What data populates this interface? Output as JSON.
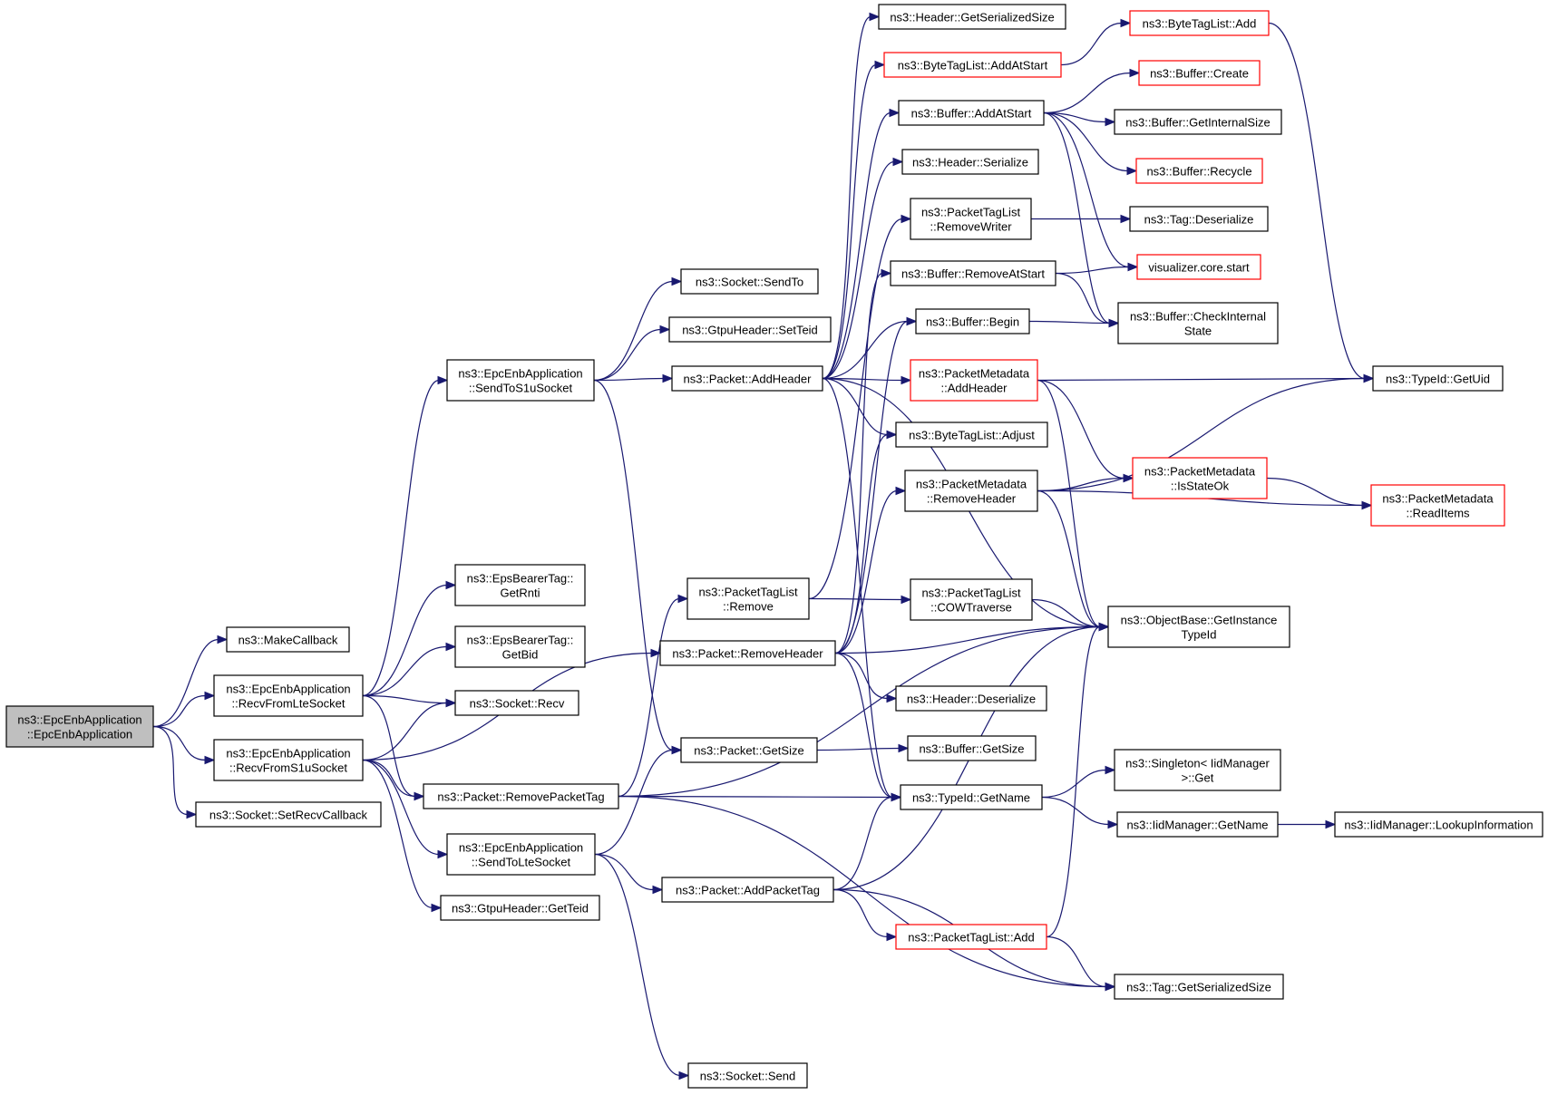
{
  "colors": {
    "edge": "#191970",
    "border_normal": "#000000",
    "border_truncated": "#ff0000",
    "root_fill": "#bfbfbf",
    "node_fill": "#ffffff"
  },
  "nodes": [
    {
      "id": "root",
      "lines": [
        "ns3::EpcEnbApplication",
        "::EpcEnbApplication"
      ],
      "kind": "root"
    },
    {
      "id": "makecallback",
      "lines": [
        "ns3::MakeCallback"
      ],
      "kind": "normal"
    },
    {
      "id": "recvfromlte",
      "lines": [
        "ns3::EpcEnbApplication",
        "::RecvFromLteSocket"
      ],
      "kind": "normal"
    },
    {
      "id": "recvfroms1u",
      "lines": [
        "ns3::EpcEnbApplication",
        "::RecvFromS1uSocket"
      ],
      "kind": "normal"
    },
    {
      "id": "setrecvcallback",
      "lines": [
        "ns3::Socket::SetRecvCallback"
      ],
      "kind": "normal"
    },
    {
      "id": "sendtos1u",
      "lines": [
        "ns3::EpcEnbApplication",
        "::SendToS1uSocket"
      ],
      "kind": "normal"
    },
    {
      "id": "getrnti",
      "lines": [
        "ns3::EpsBearerTag::",
        "GetRnti"
      ],
      "kind": "normal"
    },
    {
      "id": "getbid",
      "lines": [
        "ns3::EpsBearerTag::",
        "GetBid"
      ],
      "kind": "normal"
    },
    {
      "id": "socketrecv",
      "lines": [
        "ns3::Socket::Recv"
      ],
      "kind": "normal"
    },
    {
      "id": "removepackettag",
      "lines": [
        "ns3::Packet::RemovePacketTag"
      ],
      "kind": "normal"
    },
    {
      "id": "sendtolte",
      "lines": [
        "ns3::EpcEnbApplication",
        "::SendToLteSocket"
      ],
      "kind": "normal"
    },
    {
      "id": "getteid",
      "lines": [
        "ns3::GtpuHeader::GetTeid"
      ],
      "kind": "normal"
    },
    {
      "id": "sendto",
      "lines": [
        "ns3::Socket::SendTo"
      ],
      "kind": "normal"
    },
    {
      "id": "setteid",
      "lines": [
        "ns3::GtpuHeader::SetTeid"
      ],
      "kind": "normal"
    },
    {
      "id": "addheader",
      "lines": [
        "ns3::Packet::AddHeader"
      ],
      "kind": "normal"
    },
    {
      "id": "ptlremove",
      "lines": [
        "ns3::PacketTagList",
        "::Remove"
      ],
      "kind": "normal"
    },
    {
      "id": "removeheader",
      "lines": [
        "ns3::Packet::RemoveHeader"
      ],
      "kind": "normal"
    },
    {
      "id": "getsize",
      "lines": [
        "ns3::Packet::GetSize"
      ],
      "kind": "normal"
    },
    {
      "id": "addpackettag",
      "lines": [
        "ns3::Packet::AddPacketTag"
      ],
      "kind": "normal"
    },
    {
      "id": "socketsend",
      "lines": [
        "ns3::Socket::Send"
      ],
      "kind": "normal"
    },
    {
      "id": "hdrgetserialized",
      "lines": [
        "ns3::Header::GetSerializedSize"
      ],
      "kind": "normal"
    },
    {
      "id": "btladdatstart",
      "lines": [
        "ns3::ByteTagList::AddAtStart"
      ],
      "kind": "truncated"
    },
    {
      "id": "bufaddatstart",
      "lines": [
        "ns3::Buffer::AddAtStart"
      ],
      "kind": "normal"
    },
    {
      "id": "hdrserialize",
      "lines": [
        "ns3::Header::Serialize"
      ],
      "kind": "normal"
    },
    {
      "id": "ptlremovewriter",
      "lines": [
        "ns3::PacketTagList",
        "::RemoveWriter"
      ],
      "kind": "normal"
    },
    {
      "id": "bufremoveatstart",
      "lines": [
        "ns3::Buffer::RemoveAtStart"
      ],
      "kind": "normal"
    },
    {
      "id": "bufbegin",
      "lines": [
        "ns3::Buffer::Begin"
      ],
      "kind": "normal"
    },
    {
      "id": "pmaddheader",
      "lines": [
        "ns3::PacketMetadata",
        "::AddHeader"
      ],
      "kind": "truncated"
    },
    {
      "id": "btladjust",
      "lines": [
        "ns3::ByteTagList::Adjust"
      ],
      "kind": "normal"
    },
    {
      "id": "pmremoveheader",
      "lines": [
        "ns3::PacketMetadata",
        "::RemoveHeader"
      ],
      "kind": "normal"
    },
    {
      "id": "ptlcowtraverse",
      "lines": [
        "ns3::PacketTagList",
        "::COWTraverse"
      ],
      "kind": "normal"
    },
    {
      "id": "hdrdeserialize",
      "lines": [
        "ns3::Header::Deserialize"
      ],
      "kind": "normal"
    },
    {
      "id": "bufgetsize",
      "lines": [
        "ns3::Buffer::GetSize"
      ],
      "kind": "normal"
    },
    {
      "id": "typeidgetname",
      "lines": [
        "ns3::TypeId::GetName"
      ],
      "kind": "normal"
    },
    {
      "id": "ptladd",
      "lines": [
        "ns3::PacketTagList::Add"
      ],
      "kind": "truncated"
    },
    {
      "id": "btladd",
      "lines": [
        "ns3::ByteTagList::Add"
      ],
      "kind": "truncated"
    },
    {
      "id": "bufcreate",
      "lines": [
        "ns3::Buffer::Create"
      ],
      "kind": "truncated"
    },
    {
      "id": "bufgetinternalsize",
      "lines": [
        "ns3::Buffer::GetInternalSize"
      ],
      "kind": "normal"
    },
    {
      "id": "bufrecycle",
      "lines": [
        "ns3::Buffer::Recycle"
      ],
      "kind": "truncated"
    },
    {
      "id": "tagdeserialize",
      "lines": [
        "ns3::Tag::Deserialize"
      ],
      "kind": "normal"
    },
    {
      "id": "vizstart",
      "lines": [
        "visualizer.core.start"
      ],
      "kind": "truncated"
    },
    {
      "id": "bufcheckinternal",
      "lines": [
        "ns3::Buffer::CheckInternal",
        "State"
      ],
      "kind": "normal"
    },
    {
      "id": "pmisstateok",
      "lines": [
        "ns3::PacketMetadata",
        "::IsStateOk"
      ],
      "kind": "truncated"
    },
    {
      "id": "objgetinstance",
      "lines": [
        "ns3::ObjectBase::GetInstance",
        "TypeId"
      ],
      "kind": "normal"
    },
    {
      "id": "singletonget",
      "lines": [
        "ns3::Singleton< IidManager",
        ">::Get"
      ],
      "kind": "normal"
    },
    {
      "id": "iidgetname",
      "lines": [
        "ns3::IidManager::GetName"
      ],
      "kind": "normal"
    },
    {
      "id": "taggetserialized",
      "lines": [
        "ns3::Tag::GetSerializedSize"
      ],
      "kind": "normal"
    },
    {
      "id": "typeidgetuid",
      "lines": [
        "ns3::TypeId::GetUid"
      ],
      "kind": "normal"
    },
    {
      "id": "pmreaditems",
      "lines": [
        "ns3::PacketMetadata",
        "::ReadItems"
      ],
      "kind": "truncated"
    },
    {
      "id": "iidlookup",
      "lines": [
        "ns3::IidManager::LookupInformation"
      ],
      "kind": "normal"
    }
  ],
  "edges": [
    [
      "root",
      "makecallback"
    ],
    [
      "root",
      "recvfromlte"
    ],
    [
      "root",
      "recvfroms1u"
    ],
    [
      "root",
      "setrecvcallback"
    ],
    [
      "recvfromlte",
      "sendtos1u"
    ],
    [
      "recvfromlte",
      "getrnti"
    ],
    [
      "recvfromlte",
      "getbid"
    ],
    [
      "recvfromlte",
      "socketrecv"
    ],
    [
      "recvfromlte",
      "removepackettag"
    ],
    [
      "recvfroms1u",
      "socketrecv"
    ],
    [
      "recvfroms1u",
      "removeheader"
    ],
    [
      "recvfroms1u",
      "removepackettag"
    ],
    [
      "recvfroms1u",
      "sendtolte"
    ],
    [
      "recvfroms1u",
      "getteid"
    ],
    [
      "sendtos1u",
      "sendto"
    ],
    [
      "sendtos1u",
      "setteid"
    ],
    [
      "sendtos1u",
      "addheader"
    ],
    [
      "sendtos1u",
      "getsize"
    ],
    [
      "removepackettag",
      "ptlremove"
    ],
    [
      "removepackettag",
      "typeidgetname"
    ],
    [
      "removepackettag",
      "objgetinstance"
    ],
    [
      "removepackettag",
      "taggetserialized"
    ],
    [
      "sendtolte",
      "getsize"
    ],
    [
      "sendtolte",
      "addpackettag"
    ],
    [
      "sendtolte",
      "socketsend"
    ],
    [
      "addheader",
      "hdrgetserialized"
    ],
    [
      "addheader",
      "btladdatstart"
    ],
    [
      "addheader",
      "bufaddatstart"
    ],
    [
      "addheader",
      "hdrserialize"
    ],
    [
      "addheader",
      "bufbegin"
    ],
    [
      "addheader",
      "pmaddheader"
    ],
    [
      "addheader",
      "btladjust"
    ],
    [
      "addheader",
      "typeidgetname"
    ],
    [
      "addheader",
      "objgetinstance"
    ],
    [
      "ptlremove",
      "ptlremovewriter"
    ],
    [
      "ptlremove",
      "ptlcowtraverse"
    ],
    [
      "removeheader",
      "bufremoveatstart"
    ],
    [
      "removeheader",
      "bufbegin"
    ],
    [
      "removeheader",
      "btladjust"
    ],
    [
      "removeheader",
      "pmremoveheader"
    ],
    [
      "removeheader",
      "hdrdeserialize"
    ],
    [
      "removeheader",
      "typeidgetname"
    ],
    [
      "removeheader",
      "objgetinstance"
    ],
    [
      "getsize",
      "bufgetsize"
    ],
    [
      "addpackettag",
      "typeidgetname"
    ],
    [
      "addpackettag",
      "ptladd"
    ],
    [
      "addpackettag",
      "taggetserialized"
    ],
    [
      "addpackettag",
      "objgetinstance"
    ],
    [
      "btladdatstart",
      "btladd"
    ],
    [
      "bufaddatstart",
      "bufcreate"
    ],
    [
      "bufaddatstart",
      "bufgetinternalsize"
    ],
    [
      "bufaddatstart",
      "bufrecycle"
    ],
    [
      "bufaddatstart",
      "vizstart"
    ],
    [
      "bufaddatstart",
      "bufcheckinternal"
    ],
    [
      "ptlremovewriter",
      "tagdeserialize"
    ],
    [
      "bufremoveatstart",
      "vizstart"
    ],
    [
      "bufremoveatstart",
      "bufcheckinternal"
    ],
    [
      "bufbegin",
      "bufcheckinternal"
    ],
    [
      "pmaddheader",
      "typeidgetuid"
    ],
    [
      "pmaddheader",
      "pmisstateok"
    ],
    [
      "pmaddheader",
      "objgetinstance"
    ],
    [
      "pmremoveheader",
      "typeidgetuid"
    ],
    [
      "pmremoveheader",
      "pmisstateok"
    ],
    [
      "pmremoveheader",
      "pmreaditems"
    ],
    [
      "pmremoveheader",
      "objgetinstance"
    ],
    [
      "ptlcowtraverse",
      "objgetinstance"
    ],
    [
      "typeidgetname",
      "singletonget"
    ],
    [
      "typeidgetname",
      "iidgetname"
    ],
    [
      "ptladd",
      "objgetinstance"
    ],
    [
      "ptladd",
      "taggetserialized"
    ],
    [
      "btladd",
      "typeidgetuid"
    ],
    [
      "pmisstateok",
      "pmreaditems"
    ],
    [
      "iidgetname",
      "iidlookup"
    ]
  ]
}
